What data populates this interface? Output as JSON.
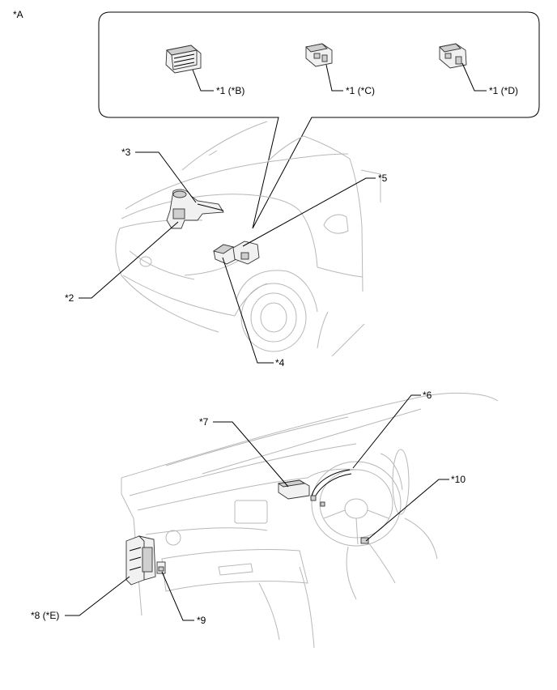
{
  "figure_label": "*A",
  "callouts": {
    "c1b": "*1 (*B)",
    "c1c": "*1 (*C)",
    "c1d": "*1 (*D)",
    "c2": "*2",
    "c3": "*3",
    "c4": "*4",
    "c5": "*5",
    "c6": "*6",
    "c7": "*7",
    "c8": "*8 (*E)",
    "c9": "*9",
    "c10": "*10"
  }
}
